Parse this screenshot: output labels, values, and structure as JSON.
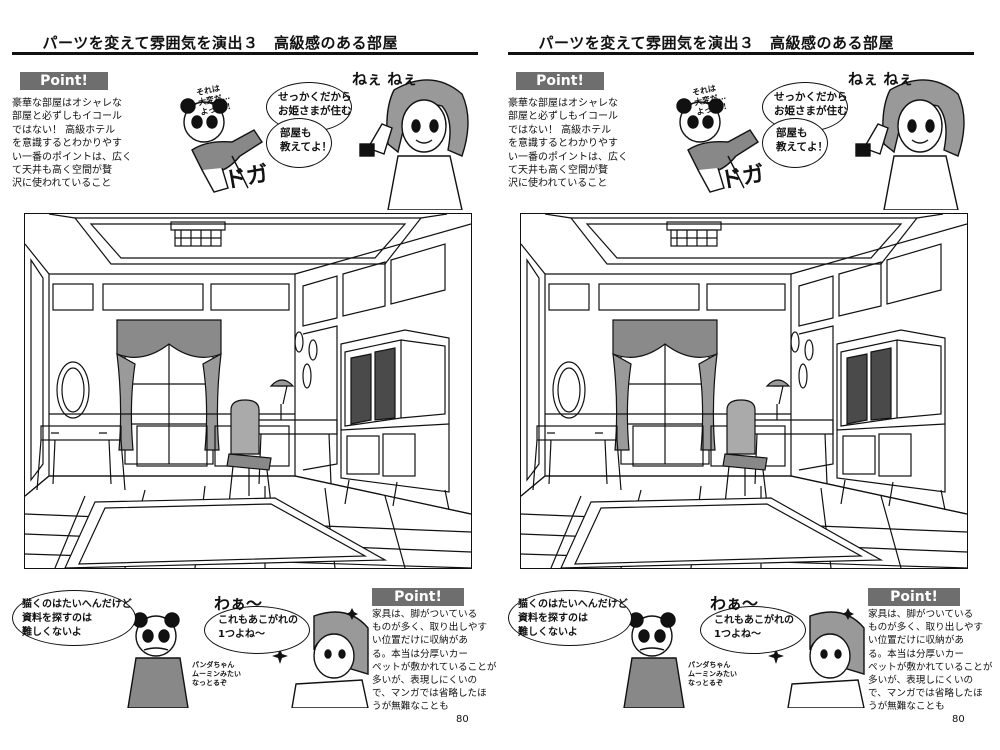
{
  "pages": [
    {
      "id": "left",
      "header": {
        "title": "パーツを変えて雰囲気を演出３　高級感のある部屋"
      },
      "point_top": {
        "badge": "Point!",
        "lines": [
          "豪華な部屋はオシャレな",
          "部屋と必ずしもイコール",
          "ではない！ 高級ホテル",
          "を意識するとわかりやす",
          "い一番のポイントは、広く",
          "て天井も高く空間が贅",
          "沢に使われていること"
        ]
      },
      "dialog_top": {
        "speech_right": [
          "せっかくだから",
          "お姫さまが住む"
        ],
        "speech_lower": [
          "部屋も",
          "教えてよ！"
        ],
        "nene": "ねぇ ねぇ",
        "panda_aside": [
          "それは",
          "大変だ…",
          "よっと!!"
        ],
        "sfx": "ドガ"
      },
      "dialog_bottom": {
        "speech_left": [
          "猫くのはたいへんだけど",
          "資料を探すのは",
          "難しくないよ"
        ],
        "speech_right": [
          "これもあこがれの",
          "1つよね～"
        ],
        "exclaim": "わぁ～",
        "panda_aside": [
          "パンダちゃん",
          "ムーミンみたい",
          "なっとるぞ"
        ]
      },
      "point_bottom": {
        "badge": "Point!",
        "lines": [
          "家具は、脚がついている",
          "ものが多く、取り出しやす",
          "い位置だけに収納があ",
          "る。本当は分厚いカー",
          "ペットが敷かれていることが",
          "多いが、表現しにくいの",
          "で、マンガでは省略したほ",
          "うが無難なことも"
        ]
      },
      "page_number": "80"
    },
    {
      "id": "right",
      "header": {
        "title": "パーツを変えて雰囲気を演出３　高級感のある部屋"
      },
      "point_top": {
        "badge": "Point!",
        "lines": [
          "豪華な部屋はオシャレな",
          "部屋と必ずしもイコール",
          "ではない！ 高級ホテル",
          "を意識するとわかりやす",
          "い一番のポイントは、広く",
          "て天井も高く空間が贅",
          "沢に使われていること"
        ]
      },
      "dialog_top": {
        "speech_right": [
          "せっかくだから",
          "お姫さまが住む"
        ],
        "speech_lower": [
          "部屋も",
          "教えてよ！"
        ],
        "nene": "ねぇ ねぇ",
        "panda_aside": [
          "それは",
          "大変だ…",
          "よっと!!"
        ],
        "sfx": "ドガ"
      },
      "dialog_bottom": {
        "speech_left": [
          "猫くのはたいへんだけど",
          "資料を探すのは",
          "難しくないよ"
        ],
        "speech_right": [
          "これもあこがれの",
          "1つよね～"
        ],
        "exclaim": "わぁ～",
        "panda_aside": [
          "パンダちゃん",
          "ムーミンみたい",
          "なっとるぞ"
        ]
      },
      "point_bottom": {
        "badge": "Point!",
        "lines": [
          "家具は、脚がついている",
          "ものが多く、取り出しやす",
          "い位置だけに収納があ",
          "る。本当は分厚いカー",
          "ペットが敷かれていることが",
          "多いが、表現しにくいの",
          "で、マンガでは省略したほ",
          "うが無難なことも"
        ]
      },
      "page_number": "80"
    }
  ],
  "colors": {
    "ink": "#111111",
    "badge": "#6e6e6e",
    "paper": "#ffffff",
    "curtain": "#8a8a8a",
    "cabinet_glass": "#4a4a4a"
  }
}
